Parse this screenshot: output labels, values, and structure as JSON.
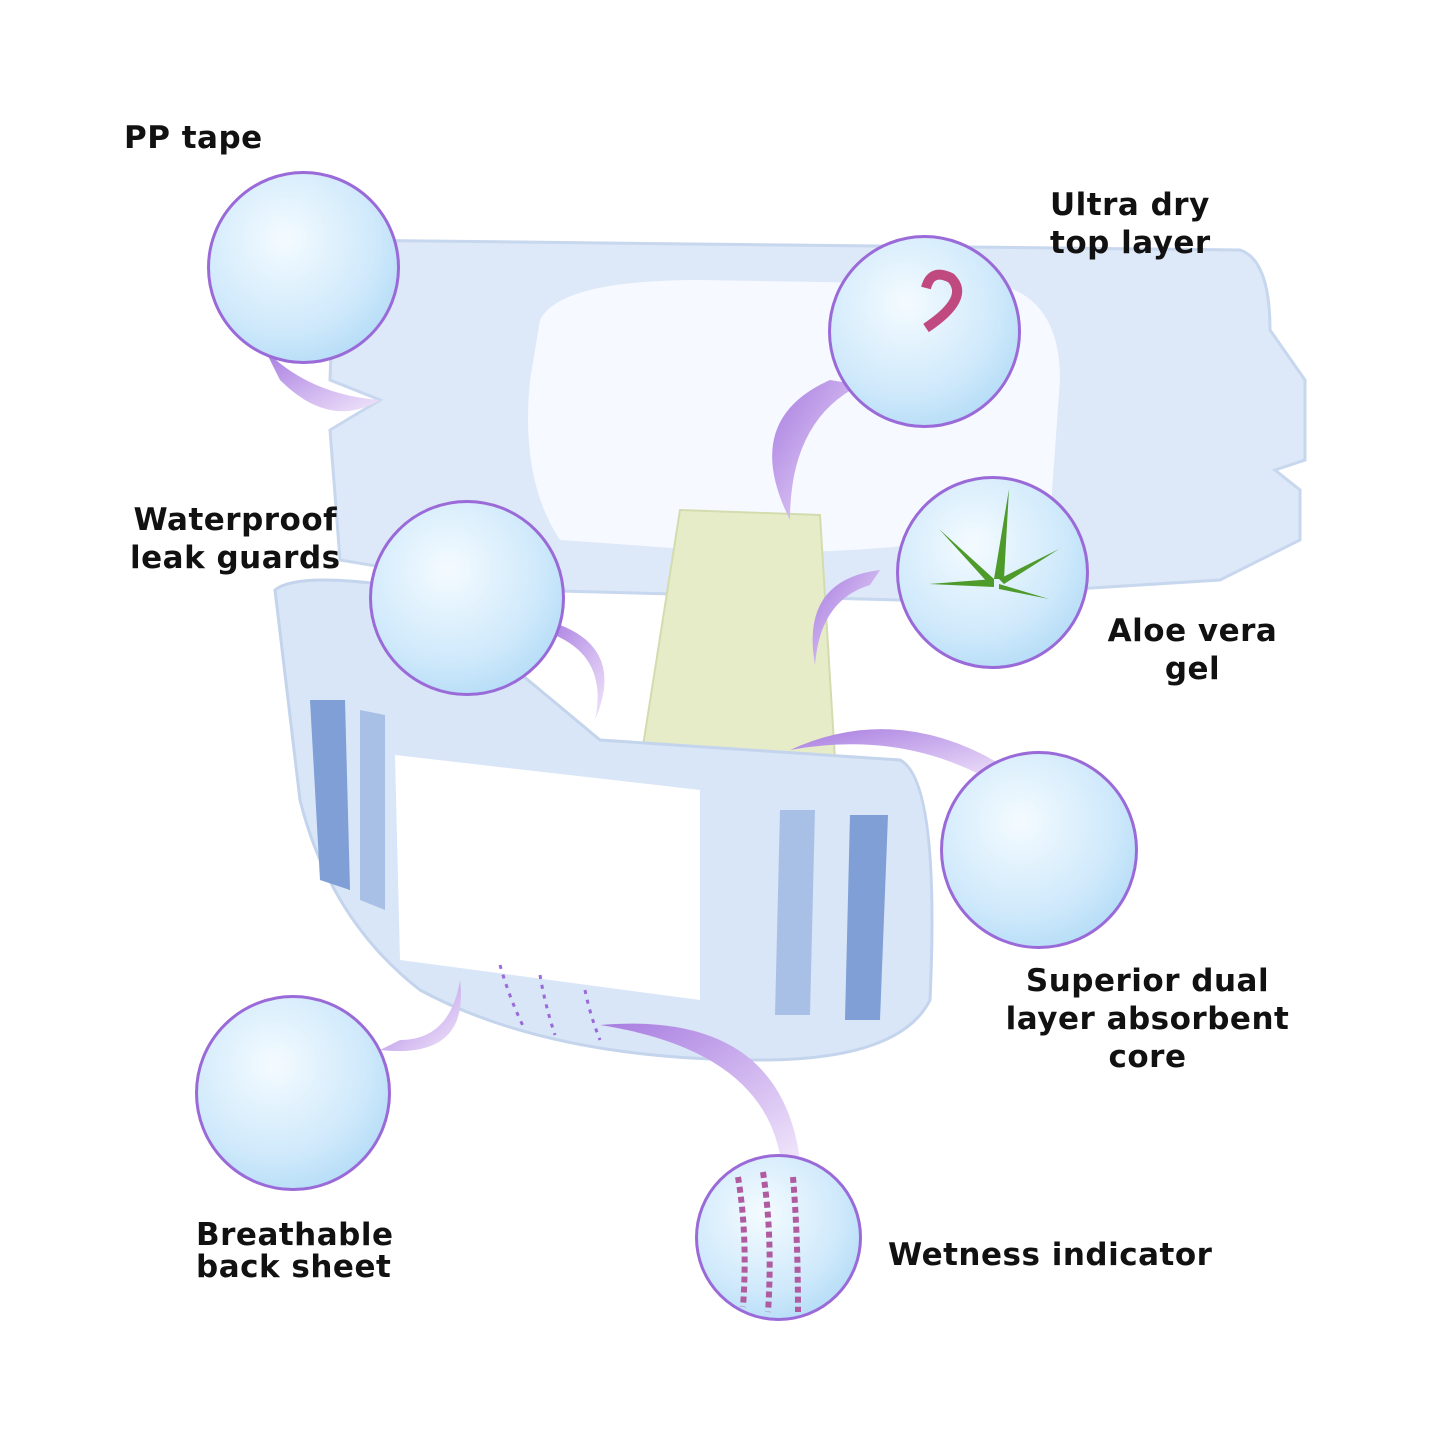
{
  "labels": {
    "pp_tape": "PP tape",
    "ultra_dry": [
      "Ultra dry",
      "top layer"
    ],
    "leak_guards": [
      "Waterproof",
      "leak guards"
    ],
    "aloe": [
      "Aloe vera",
      "gel"
    ],
    "core": [
      "Superior dual",
      "layer absorbent",
      "core"
    ],
    "back_sheet": [
      "Breathable",
      "back sheet"
    ],
    "wetness": "Wetness indicator"
  },
  "colors": {
    "circle_border": "#9a6ad8",
    "arrow": "#b98ae6",
    "diaper": "#dde8f8",
    "stripe": "#7f9fd6",
    "core": "#e6ecc8"
  }
}
